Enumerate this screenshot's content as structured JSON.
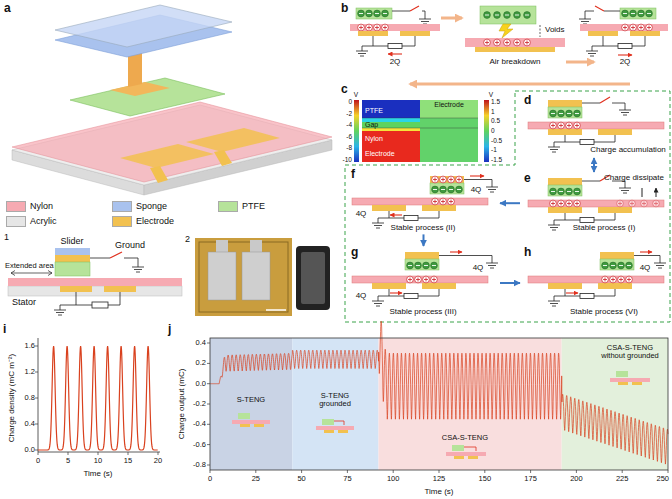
{
  "diagram": {
    "nodes": [
      {
        "text": [
          "d",
          "Charge accumulation"
        ]
      },
      {
        "text": [
          "e",
          "Stable process (I)",
          "Charge dissipate"
        ]
      },
      {
        "text": [
          "f",
          "Stable process (II)",
          "4Q",
          "4Q"
        ]
      },
      {
        "text": [
          "g",
          "Stable process (III)",
          "4Q",
          "4Q"
        ]
      },
      {
        "text": [
          "h",
          "Stable process (VI)",
          "4Q"
        ]
      }
    ],
    "edges": [
      {
        "from": 0,
        "to": 1,
        "arrow": "both"
      },
      {
        "from": 1,
        "to": 2,
        "arrow": "to"
      },
      {
        "from": 2,
        "to": 3,
        "arrow": "to"
      },
      {
        "from": 3,
        "to": 4,
        "arrow": "to"
      }
    ],
    "labels": [
      "a",
      "1",
      "Slider",
      "Ground",
      "Extended area",
      "Stator",
      "2",
      "b",
      "2Q",
      "Voids",
      "Air breakdown",
      "2Q",
      "c",
      "V",
      "0",
      "-2",
      "-4",
      "-6",
      "-8",
      "-10",
      "V",
      "1.5",
      "1",
      "0.5",
      "0",
      "-0.5",
      "-1",
      "-1.5",
      "Electrode",
      "PTFE",
      "Gap",
      "Nylon",
      "Electrode",
      "i",
      "Charge density (mC m⁻²)",
      "0.0",
      "0.4",
      "0.8",
      "1.2",
      "1.6",
      "0",
      "5",
      "10",
      "15",
      "20",
      "Time (s)",
      "j",
      "Charge output (mC)",
      "0.4",
      "0.2",
      "0.0",
      "-0.2",
      "-0.4",
      "-0.6",
      "-0.8",
      "0",
      "25",
      "50",
      "75",
      "100",
      "125",
      "150",
      "175",
      "200",
      "225",
      "250",
      "Time (s)",
      "S-TENG",
      "S-TENG grounded",
      "CSA-S-TENG",
      "CSA-S-TENG without grounded"
    ],
    "legend": [
      {
        "text": "Nylon",
        "color": "#f6aab2"
      },
      {
        "text": "Sponge",
        "color": "#a9c2ee"
      },
      {
        "text": "PTFE",
        "color": "#b6e39a"
      },
      {
        "text": "Acrylic",
        "color": "#e6e6e6"
      },
      {
        "text": "Electrode",
        "color": "#f2c150"
      }
    ]
  }
}
